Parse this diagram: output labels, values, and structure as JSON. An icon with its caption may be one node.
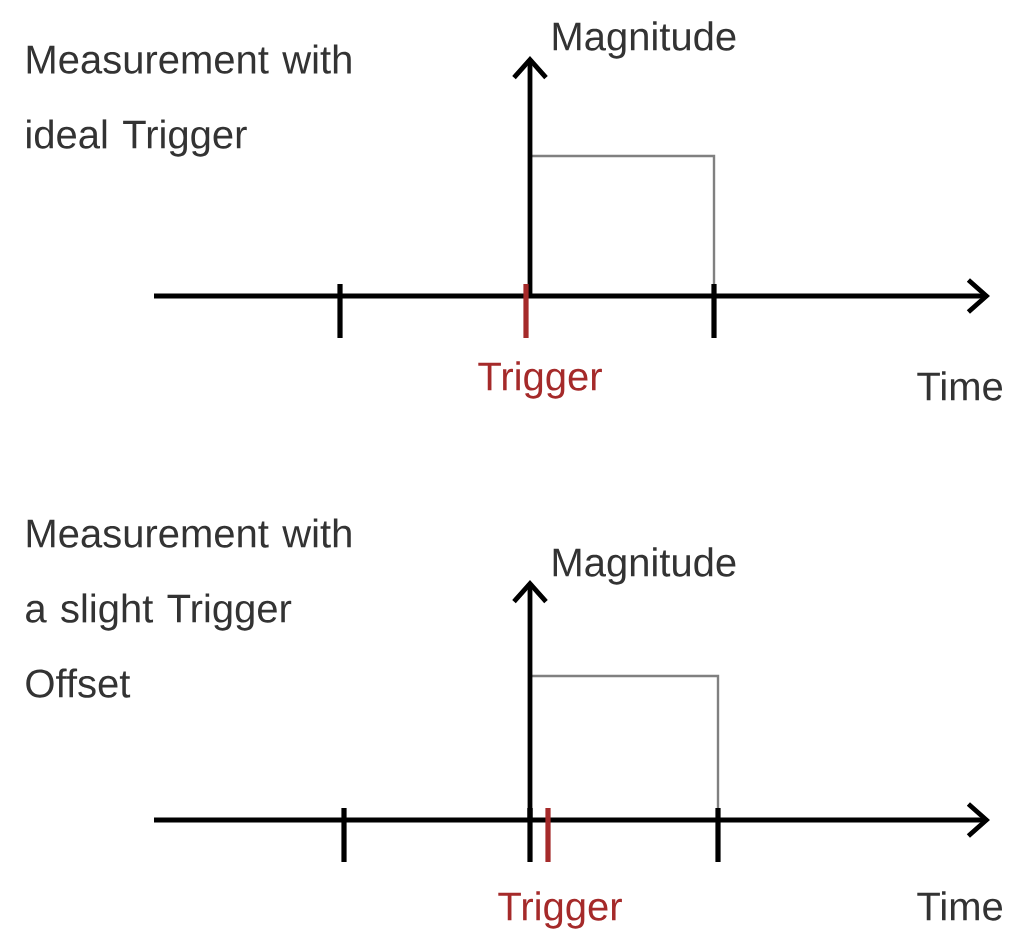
{
  "diagram": {
    "labels": [
      "Measurement with ideal Trigger",
      "Magnitude",
      "Trigger",
      "Time",
      "Measurement with a slight Trigger Offset",
      "Magnitude",
      "Trigger",
      "Time"
    ]
  }
}
